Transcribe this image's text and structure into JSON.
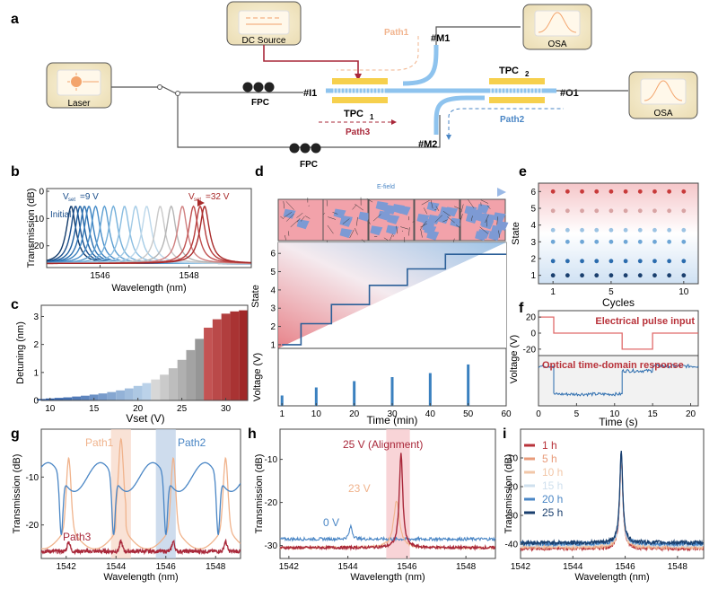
{
  "panels": {
    "a": "a",
    "b": "b",
    "c": "c",
    "d": "d",
    "e": "e",
    "f": "f",
    "g": "g",
    "h": "h",
    "i": "i"
  },
  "schematic": {
    "dc_source": "DC Source",
    "laser": "Laser",
    "osa1": "OSA",
    "osa2": "OSA",
    "fpc1": "FPC",
    "fpc2": "FPC",
    "i1": "#I1",
    "m1": "#M1",
    "m2": "#M2",
    "o1": "#O1",
    "tpc1": "TPC",
    "tpc1_sub": "1",
    "tpc2": "TPC",
    "tpc2_sub": "2",
    "path1": "Path1",
    "path2": "Path2",
    "path3": "Path3",
    "colors": {
      "path1": "#f2b58f",
      "path2": "#4a86c5",
      "path3": "#a9283a",
      "heater": "#f6d04d",
      "waveguide": "#8ec3ee"
    }
  },
  "chart_data": [
    {
      "id": "b",
      "type": "line",
      "ylabel": "Transmission (dB)",
      "xlabel": "Wavelength (nm)",
      "xlim": [
        1544.8,
        1549.4
      ],
      "ylim": [
        -28,
        1
      ],
      "xticks": [
        1546,
        1548
      ],
      "yticks": [
        0,
        -10,
        -20
      ],
      "annotations": {
        "start": "V",
        "start_sub": "set",
        "start_val": "=9 V",
        "end": "V",
        "end_sub": "set",
        "end_val": "=32 V",
        "initial": "Initial"
      },
      "series": [
        {
          "center": 1545.35,
          "color": "#123a6a"
        },
        {
          "center": 1545.45,
          "color": "#1b4f8c"
        },
        {
          "center": 1545.55,
          "color": "#1f5f9f"
        },
        {
          "center": 1545.65,
          "color": "#2a6fb0"
        },
        {
          "center": 1545.75,
          "color": "#3a80bf"
        },
        {
          "center": 1545.9,
          "color": "#4a8fca"
        },
        {
          "center": 1546.1,
          "color": "#5d9fd2"
        },
        {
          "center": 1546.3,
          "color": "#73afda"
        },
        {
          "center": 1546.55,
          "color": "#8abde1"
        },
        {
          "center": 1546.8,
          "color": "#a3cbe6"
        },
        {
          "center": 1547.05,
          "color": "#bcd7ea"
        },
        {
          "center": 1547.35,
          "color": "#c9c9c9"
        },
        {
          "center": 1547.6,
          "color": "#b5b5b5"
        },
        {
          "center": 1547.85,
          "color": "#d08080"
        },
        {
          "center": 1548.1,
          "color": "#c05050"
        },
        {
          "center": 1548.25,
          "color": "#b63a3a"
        },
        {
          "center": 1548.35,
          "color": "#a82a2a"
        }
      ]
    },
    {
      "id": "c",
      "type": "bar",
      "ylabel": "Detuning (nm)",
      "xlabel": "Vset (V)",
      "xlim": [
        9,
        32.5
      ],
      "ylim": [
        0,
        3.4
      ],
      "xticks": [
        10,
        15,
        20,
        25,
        30
      ],
      "yticks": [
        0,
        1,
        2,
        3
      ],
      "x": [
        9,
        10,
        11,
        12,
        13,
        14,
        15,
        16,
        17,
        18,
        19,
        20,
        21,
        22,
        23,
        24,
        25,
        26,
        27,
        28,
        29,
        30,
        31,
        32
      ],
      "values": [
        0.05,
        0.07,
        0.09,
        0.11,
        0.14,
        0.17,
        0.21,
        0.25,
        0.3,
        0.36,
        0.43,
        0.52,
        0.62,
        0.75,
        0.92,
        1.15,
        1.45,
        1.8,
        2.2,
        2.6,
        2.9,
        3.1,
        3.18,
        3.22
      ]
    },
    {
      "id": "d",
      "type": "line",
      "ylabel_top": "State",
      "ylabel_bottom": "Voltage (V)",
      "xlabel": "Time (min)",
      "field_label": "E-field",
      "xlim": [
        0,
        60
      ],
      "ylim_top": [
        0.8,
        6.6
      ],
      "xticks": [
        1,
        10,
        20,
        30,
        40,
        50,
        60
      ],
      "yticks": [
        1,
        2,
        3,
        4,
        5,
        6
      ],
      "steps": [
        [
          1,
          1
        ],
        [
          6,
          1
        ],
        [
          6,
          2.15
        ],
        [
          14,
          2.15
        ],
        [
          14,
          3.2
        ],
        [
          24,
          3.2
        ],
        [
          24,
          4.25
        ],
        [
          34,
          4.25
        ],
        [
          34,
          5.15
        ],
        [
          44,
          5.15
        ],
        [
          44,
          5.95
        ],
        [
          60,
          5.95
        ]
      ],
      "pulses_x": [
        1,
        10,
        20,
        30,
        40,
        50
      ],
      "pulses_h": [
        0.18,
        0.32,
        0.43,
        0.5,
        0.57,
        0.72
      ]
    },
    {
      "id": "e",
      "type": "scatter",
      "ylabel": "State",
      "xlabel": "Cycles",
      "xlim": [
        0,
        11
      ],
      "ylim": [
        0.5,
        6.5
      ],
      "xticks": [
        1,
        5,
        10
      ],
      "yticks": [
        1,
        2,
        3,
        4,
        5,
        6
      ],
      "cycles": [
        1,
        2,
        3,
        4,
        5,
        6,
        7,
        8,
        9,
        10
      ],
      "levels": [
        1,
        1.85,
        3,
        3.7,
        4.85,
        6
      ],
      "colors": [
        "#1a3f6e",
        "#2b6cae",
        "#6ea6d6",
        "#9cc3e3",
        "#d8a4a4",
        "#c83a3a"
      ]
    },
    {
      "id": "f",
      "type": "line",
      "ylabel": "Voltage (V)",
      "xlabel": "Time (s)",
      "xlim": [
        0,
        21
      ],
      "xticks": [
        0,
        5,
        10,
        15,
        20
      ],
      "yticks": [
        20,
        0,
        -20
      ],
      "top_label": "Electrical pulse input",
      "bottom_label": "Optical time-domain response",
      "pulse": [
        [
          0,
          20
        ],
        [
          2,
          20
        ],
        [
          2,
          0
        ],
        [
          11,
          0
        ],
        [
          11,
          -20
        ],
        [
          15,
          -20
        ],
        [
          15,
          0
        ],
        [
          21,
          0
        ]
      ],
      "response": [
        [
          0,
          0.85
        ],
        [
          2,
          0.85
        ],
        [
          2,
          0.25
        ],
        [
          11,
          0.25
        ],
        [
          11,
          0.75
        ],
        [
          15,
          0.75
        ],
        [
          15,
          0.85
        ],
        [
          21,
          0.85
        ]
      ]
    },
    {
      "id": "g",
      "type": "line",
      "ylabel": "Transmission (dB)",
      "xlabel": "Wavelength (nm)",
      "xlim": [
        1541,
        1549
      ],
      "ylim": [
        -27,
        0
      ],
      "xticks": [
        1542,
        1544,
        1546,
        1548
      ],
      "yticks": [
        -10,
        -20
      ],
      "series_labels": [
        "Path1",
        "Path2",
        "Path3"
      ],
      "colors": [
        "#f0b38c",
        "#4a86c5",
        "#a9283a"
      ],
      "highlight": [
        [
          1543.8,
          1544.6
        ],
        [
          1545.6,
          1546.4
        ]
      ]
    },
    {
      "id": "h",
      "type": "line",
      "ylabel": "Transmission (dB)",
      "xlabel": "Wavelength (nm)",
      "xlim": [
        1541.7,
        1549
      ],
      "ylim": [
        -33,
        -3
      ],
      "xticks": [
        1542,
        1544,
        1546,
        1548
      ],
      "yticks": [
        -10,
        -20,
        -30
      ],
      "series_labels": [
        "25 V (Alignment)",
        "23 V",
        "0 V"
      ],
      "colors": [
        "#a9283a",
        "#f0b38c",
        "#4a86c5"
      ],
      "highlight": [
        [
          1545.3,
          1546.1
        ]
      ]
    },
    {
      "id": "i",
      "type": "line",
      "ylabel": "Transmission (dB)",
      "xlabel": "Wavelength (nm)",
      "xlim": [
        1542,
        1549
      ],
      "ylim": [
        -45,
        0
      ],
      "xticks": [
        1542,
        1544,
        1546,
        1548
      ],
      "yticks": [
        -10,
        -20,
        -30,
        -40
      ],
      "legend": [
        "1 h",
        "5 h",
        "10 h",
        "15 h",
        "20 h",
        "25 h"
      ],
      "colors": [
        "#b8323a",
        "#e89b7a",
        "#f2c7a8",
        "#cfe0ee",
        "#4a86c5",
        "#1a3f6e"
      ]
    }
  ]
}
